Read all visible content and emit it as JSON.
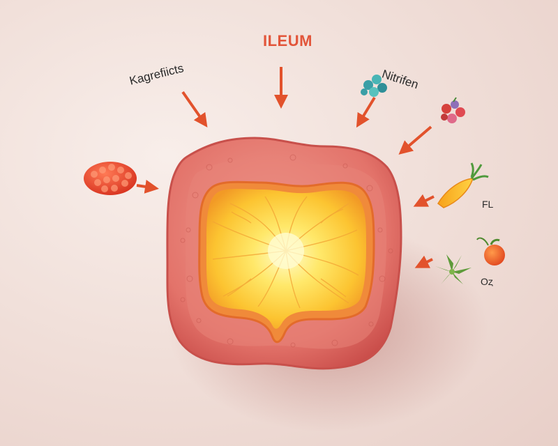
{
  "title": "ILEUM",
  "labels": {
    "top_left": "Kagrefiicts",
    "top_right": "Nitrifen",
    "right_middle": "FL",
    "right_lower": "Oȥ"
  },
  "colors": {
    "title": "#e2553a",
    "arrow": "#e2522c",
    "tissue_wall": "#d8615a",
    "lumen_center": "#fff7a8",
    "lumen_edge": "#f4a22c"
  },
  "icons": {
    "raspberry": "raspberry-icon",
    "molecule_cluster": "molecule-cluster-icon",
    "berries": "berries-icon",
    "carrot": "carrot-icon",
    "tomato": "tomato-icon",
    "herb": "herb-icon"
  }
}
